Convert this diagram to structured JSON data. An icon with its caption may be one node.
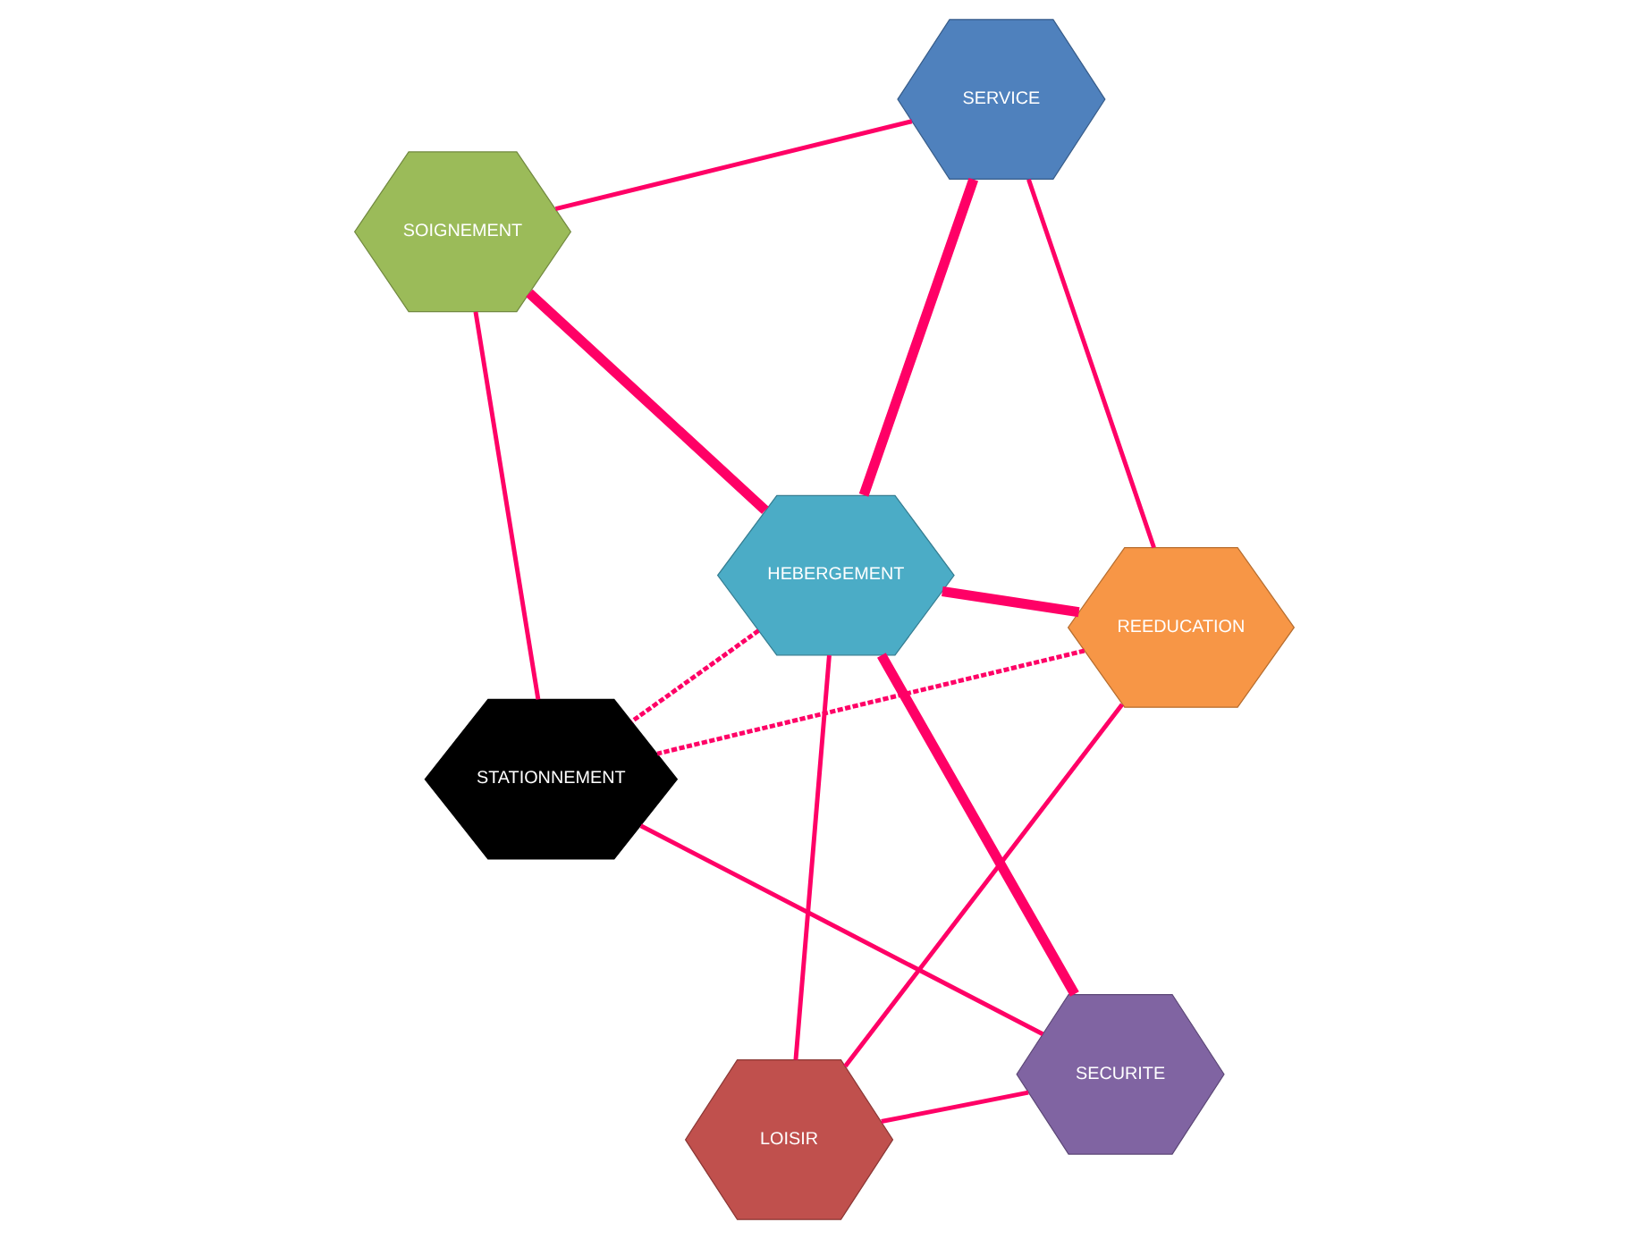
{
  "diagram": {
    "nodes": [
      {
        "text": [
          "LOISIR"
        ]
      },
      {
        "text": [
          "REEDUCATION"
        ]
      },
      {
        "text": [
          "HEBERGEMENT"
        ]
      },
      {
        "text": [
          "SERVICE"
        ]
      },
      {
        "text": [
          "SECURITE"
        ]
      },
      {
        "text": [
          "SOIGNEMENT"
        ]
      },
      {
        "text": [
          "STATIONNEMENT"
        ]
      }
    ],
    "edges": [
      {
        "from": 0,
        "to": 1,
        "arrow": "none"
      },
      {
        "from": 0,
        "to": 2,
        "arrow": "none"
      },
      {
        "from": 0,
        "to": 4,
        "arrow": "none"
      },
      {
        "from": 2,
        "to": 1,
        "arrow": "none",
        "style": "thick"
      },
      {
        "from": 4,
        "to": 2,
        "arrow": "none",
        "style": "thick"
      },
      {
        "from": 2,
        "to": 3,
        "arrow": "none",
        "style": "thick"
      },
      {
        "from": 2,
        "to": 5,
        "arrow": "none",
        "style": "thick"
      },
      {
        "from": 2,
        "to": 6,
        "arrow": "none",
        "style": "dashed"
      },
      {
        "from": 1,
        "to": 3,
        "arrow": "none"
      },
      {
        "from": 1,
        "to": 6,
        "arrow": "none",
        "style": "dashed"
      },
      {
        "from": 3,
        "to": 5,
        "arrow": "none"
      },
      {
        "from": 4,
        "to": 6,
        "arrow": "none"
      },
      {
        "from": 6,
        "to": 5,
        "arrow": "none"
      }
    ]
  }
}
